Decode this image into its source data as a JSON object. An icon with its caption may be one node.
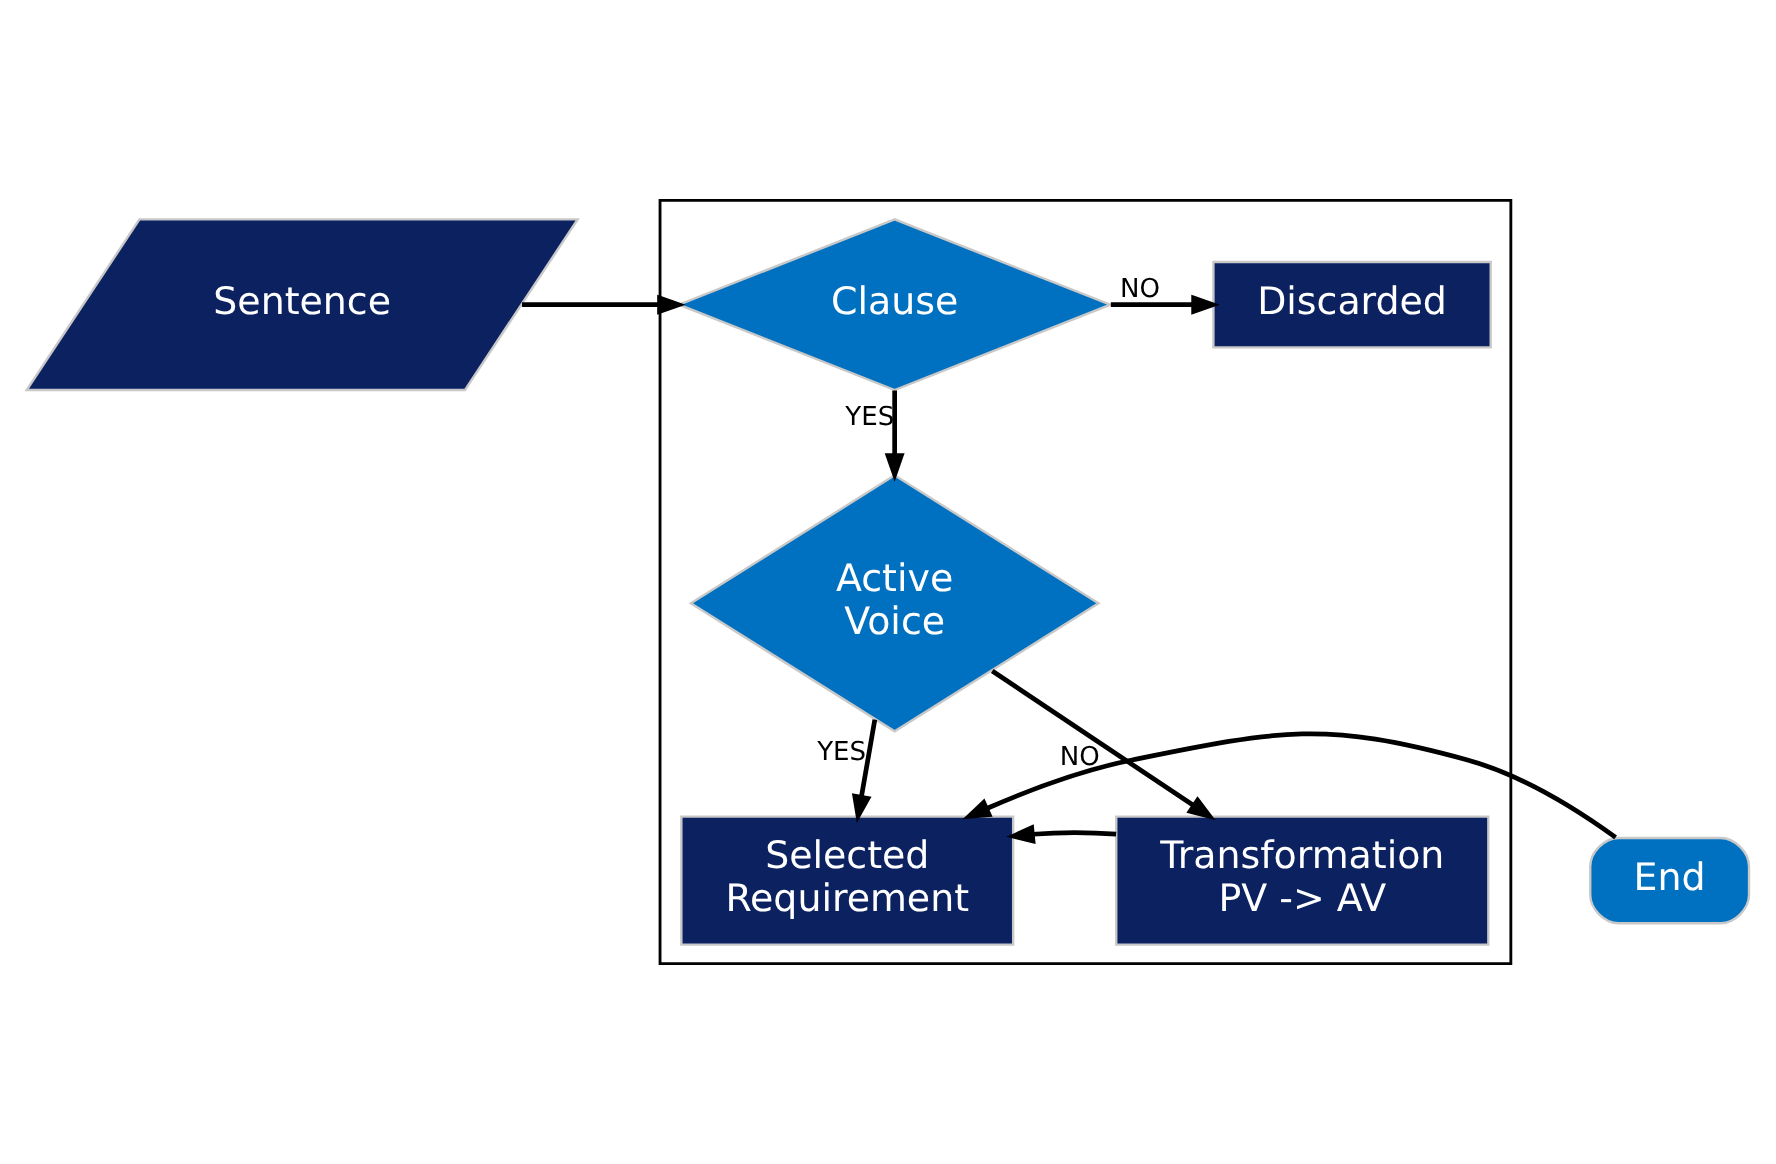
{
  "diagram": {
    "nodes": [
      {
        "text": [
          "Sentence"
        ]
      },
      {
        "text": [],
        "shape": "box"
      },
      {
        "text": [
          "Clause"
        ],
        "in": 1
      },
      {
        "text": [
          "Discarded"
        ],
        "in": 1
      },
      {
        "text": [
          "Active Voice"
        ],
        "in": 1
      },
      {
        "text": [
          "End"
        ]
      },
      {
        "text": [
          "Selected Requirement"
        ],
        "in": 1
      },
      {
        "text": [
          "Transformation PV -> AV"
        ],
        "in": 1
      }
    ],
    "edges": [
      {
        "from": 0,
        "to": 2,
        "arrow": "to"
      },
      {
        "from": 2,
        "to": 3,
        "arrow": "to",
        "label": "NO"
      },
      {
        "from": 2,
        "to": 4,
        "arrow": "to",
        "label": "YES"
      },
      {
        "from": 4,
        "to": 6,
        "arrow": "to",
        "label": "YES"
      },
      {
        "from": 4,
        "to": 7,
        "arrow": "to",
        "label": "NO"
      },
      {
        "from": 5,
        "to": 6,
        "arrow": "to"
      },
      {
        "from": 7,
        "to": 6,
        "arrow": "to"
      }
    ]
  }
}
